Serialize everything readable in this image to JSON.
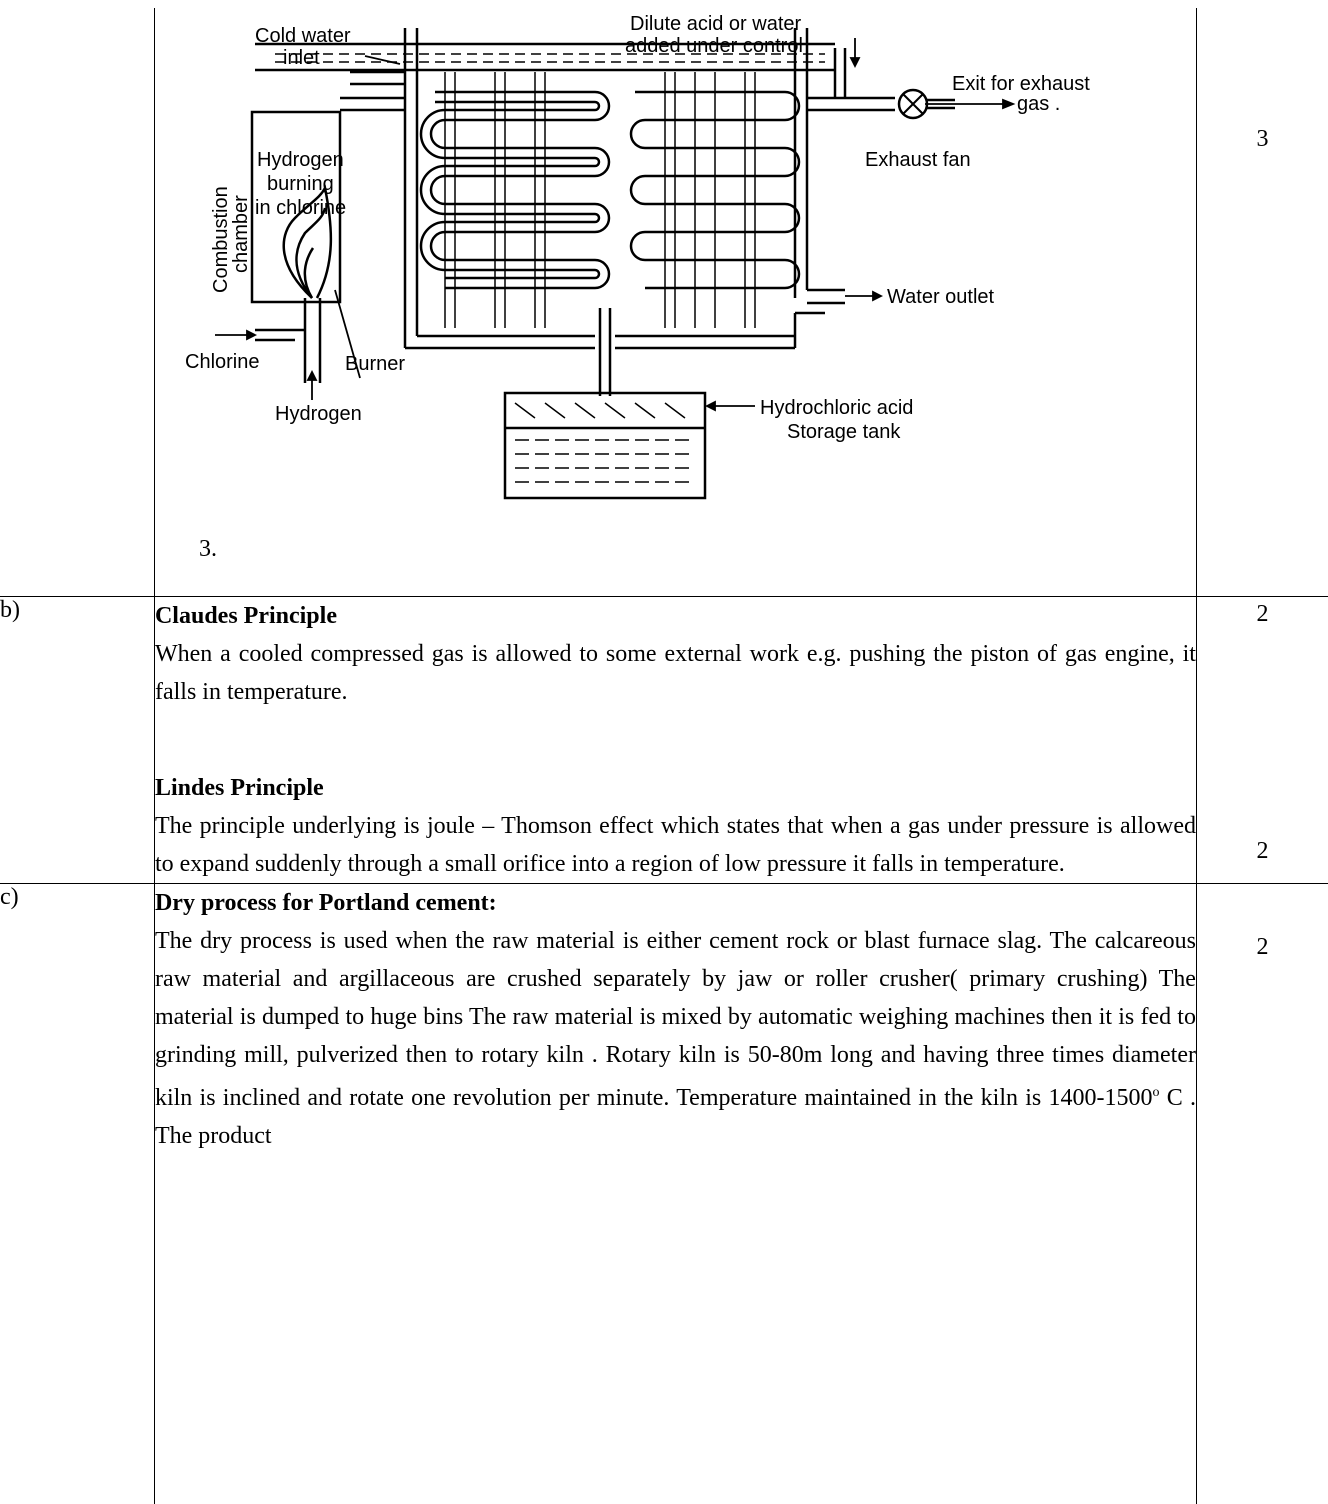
{
  "diagram": {
    "labels": {
      "cold_water_inlet_1": "Cold water",
      "cold_water_inlet_2": "inlet",
      "dilute_acid_1": "Dilute acid or water",
      "dilute_acid_2": "added under control",
      "exit_exhaust_1": "Exit for exhaust",
      "exit_exhaust_2": "gas .",
      "exhaust_fan": "Exhaust fan",
      "hydrogen_burning_1": "Hydrogen",
      "hydrogen_burning_2": "burning",
      "hydrogen_burning_3": "in chlorine",
      "combustion_1": "Combustion",
      "combustion_2": "chamber",
      "water_outlet": "Water outlet",
      "chlorine": "Chlorine",
      "burner": "Burner",
      "hydrogen": "Hydrogen",
      "hcl_1": "Hydrochloric acid",
      "hcl_2": "Storage tank"
    },
    "figure_number": "3.",
    "marks": "3"
  },
  "section_b": {
    "label": "b)",
    "claude_title": "Claudes Principle",
    "claude_text": "When a cooled compressed gas is allowed to some external work e.g. pushing the piston of gas engine, it falls in temperature.",
    "claude_marks": "2",
    "linde_title": "Lindes Principle",
    "linde_text": "The principle underlying is joule – Thomson  effect which states that when a gas under pressure is allowed to expand suddenly through a small orifice into a region of low pressure  it falls in temperature.",
    "linde_marks": "2"
  },
  "section_c": {
    "label": "c)",
    "title": "Dry process for Portland cement:",
    "text_before_sup": "The dry process is used when the raw material is either cement rock or blast furnace slag. The calcareous raw material and argillaceous are crushed separately by jaw or roller crusher( primary crushing)  The material is dumped to huge bins The raw material is mixed by automatic weighing machines then it is fed to grinding mill, pulverized then to rotary kiln . Rotary kiln is 50-80m long and having three times diameter kiln is inclined and rotate one revolution per minute. Temperature maintained in the kiln is 1400-1500",
    "sup": "o",
    "text_after_sup": " C . The product",
    "marks": "2"
  }
}
